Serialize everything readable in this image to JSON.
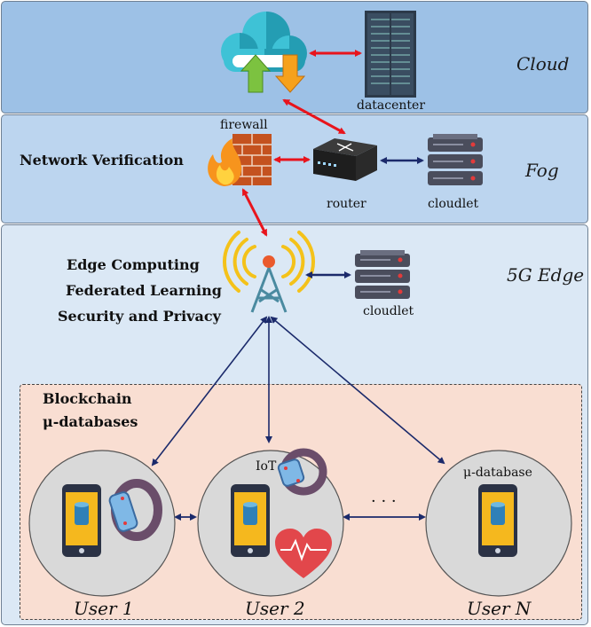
{
  "layers": {
    "cloud": "Cloud",
    "fog": "Fog",
    "edge": "5G Edge"
  },
  "labels": {
    "datacenter": "datacenter",
    "firewall": "firewall",
    "router": "router",
    "cloudlet_fog": "cloudlet",
    "cloudlet_edge": "cloudlet",
    "iot": "IoT",
    "mu_database": "μ-database",
    "ellipsis": "· · ·"
  },
  "fog_text": "Network Verification",
  "edge_text": [
    "Edge Computing",
    "Federated Learning",
    "Security and Privacy"
  ],
  "blockchain_text": [
    "Blockchain",
    "μ-databases"
  ],
  "users": [
    "User 1",
    "User 2",
    "User N"
  ],
  "colors": {
    "cloud_bg": "#9dc1e6",
    "fog_bg": "#bcd5ef",
    "edge_bg": "#dbe8f5",
    "user_zone_bg": "#f9ded2",
    "red_arrow": "#e8141c",
    "navy_arrow": "#1b2a6b"
  }
}
